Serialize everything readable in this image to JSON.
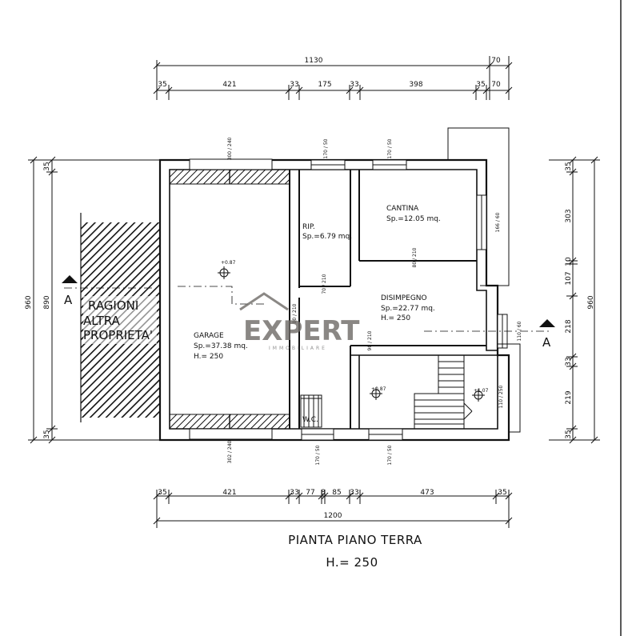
{
  "drawing": {
    "title": "PIANTA PIANO TERRA",
    "height_note": "H.= 250",
    "section_marker": "A"
  },
  "dimensions": {
    "top_total": "1130",
    "top_extra": "70",
    "top_parts": [
      "35",
      "421",
      "33",
      "175",
      "33",
      "398",
      "35",
      "70"
    ],
    "bottom_parts": [
      "35",
      "421",
      "33",
      "77",
      "8",
      "85",
      "33",
      "473",
      "35"
    ],
    "bottom_total": "1200",
    "left_outer": "960",
    "left_inner": "890",
    "left_small": [
      "35",
      "35"
    ],
    "right_total": "960",
    "right_parts": [
      "35",
      "303",
      "10",
      "107",
      "218",
      "33",
      "219",
      "35"
    ]
  },
  "rooms": {
    "garage": {
      "name": "GARAGE",
      "area": "Sp.=37.38 mq.",
      "height": "H.= 250"
    },
    "rip": {
      "name": "RIP.",
      "area": "Sp.=6.79 mq."
    },
    "cantina": {
      "name": "CANTINA",
      "area": "Sp.=12.05 mq."
    },
    "disimpegno": {
      "name": "DISIMPEGNO",
      "area": "Sp.=22.77 mq.",
      "height": "H.= 250"
    },
    "wc": {
      "name": "W.C."
    }
  },
  "levels": [
    "+0.87",
    "+0.87",
    "+1.07"
  ],
  "openings": {
    "garage_top": "300 / 240",
    "garage_bottom": "302 / 240",
    "rip_top": "170 / 50",
    "cantina_top": "170 / 50",
    "cantina_right": "166 / 60",
    "rip_door": "70 / 210",
    "cantina_door": "80 / 210",
    "garage_door": "80 / 210",
    "stair_door": "90 / 210",
    "disimpegno_right": "110 / 60",
    "bottom_left": "170 / 50",
    "bottom_right": "170 / 50",
    "stair_right": "110 / 250"
  },
  "neighbor": {
    "line1": "RAGIONI",
    "line2": "ALTRA",
    "line3": "PROPRIETA'"
  },
  "watermark": {
    "brand": "EXPERT",
    "sub": "IMMOBILIARE"
  },
  "colors": {
    "ink": "#111111",
    "watermark": "#6e6a66"
  }
}
